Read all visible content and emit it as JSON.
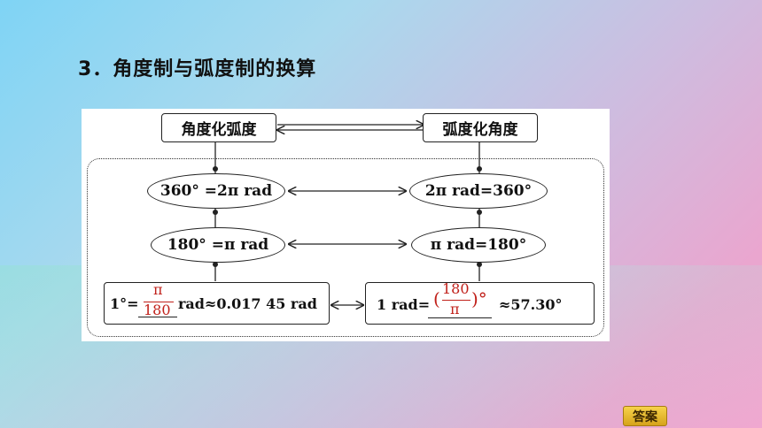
{
  "heading": "3．角度制与弧度制的换算",
  "diagram": {
    "deg_to_rad": "角度化弧度",
    "rad_to_deg": "弧度化角度",
    "ell_360_left": "360° =2π rad",
    "ell_360_right": "2π rad=360°",
    "ell_180_left": "180° =π rad",
    "ell_180_right": "π rad=180°",
    "left_box": {
      "prefix": "1°=",
      "frac_num": "π",
      "frac_den": "180",
      "suffix": "rad≈0.017 45 rad"
    },
    "right_box": {
      "prefix": "1 rad=",
      "open": "(",
      "frac_num": "180",
      "frac_den": "π",
      "close": ")°",
      "suffix": "≈57.30°"
    }
  },
  "answer_button": "答案",
  "colors": {
    "answer_red": "#c0201a",
    "button_gold": "#e0b12a"
  }
}
